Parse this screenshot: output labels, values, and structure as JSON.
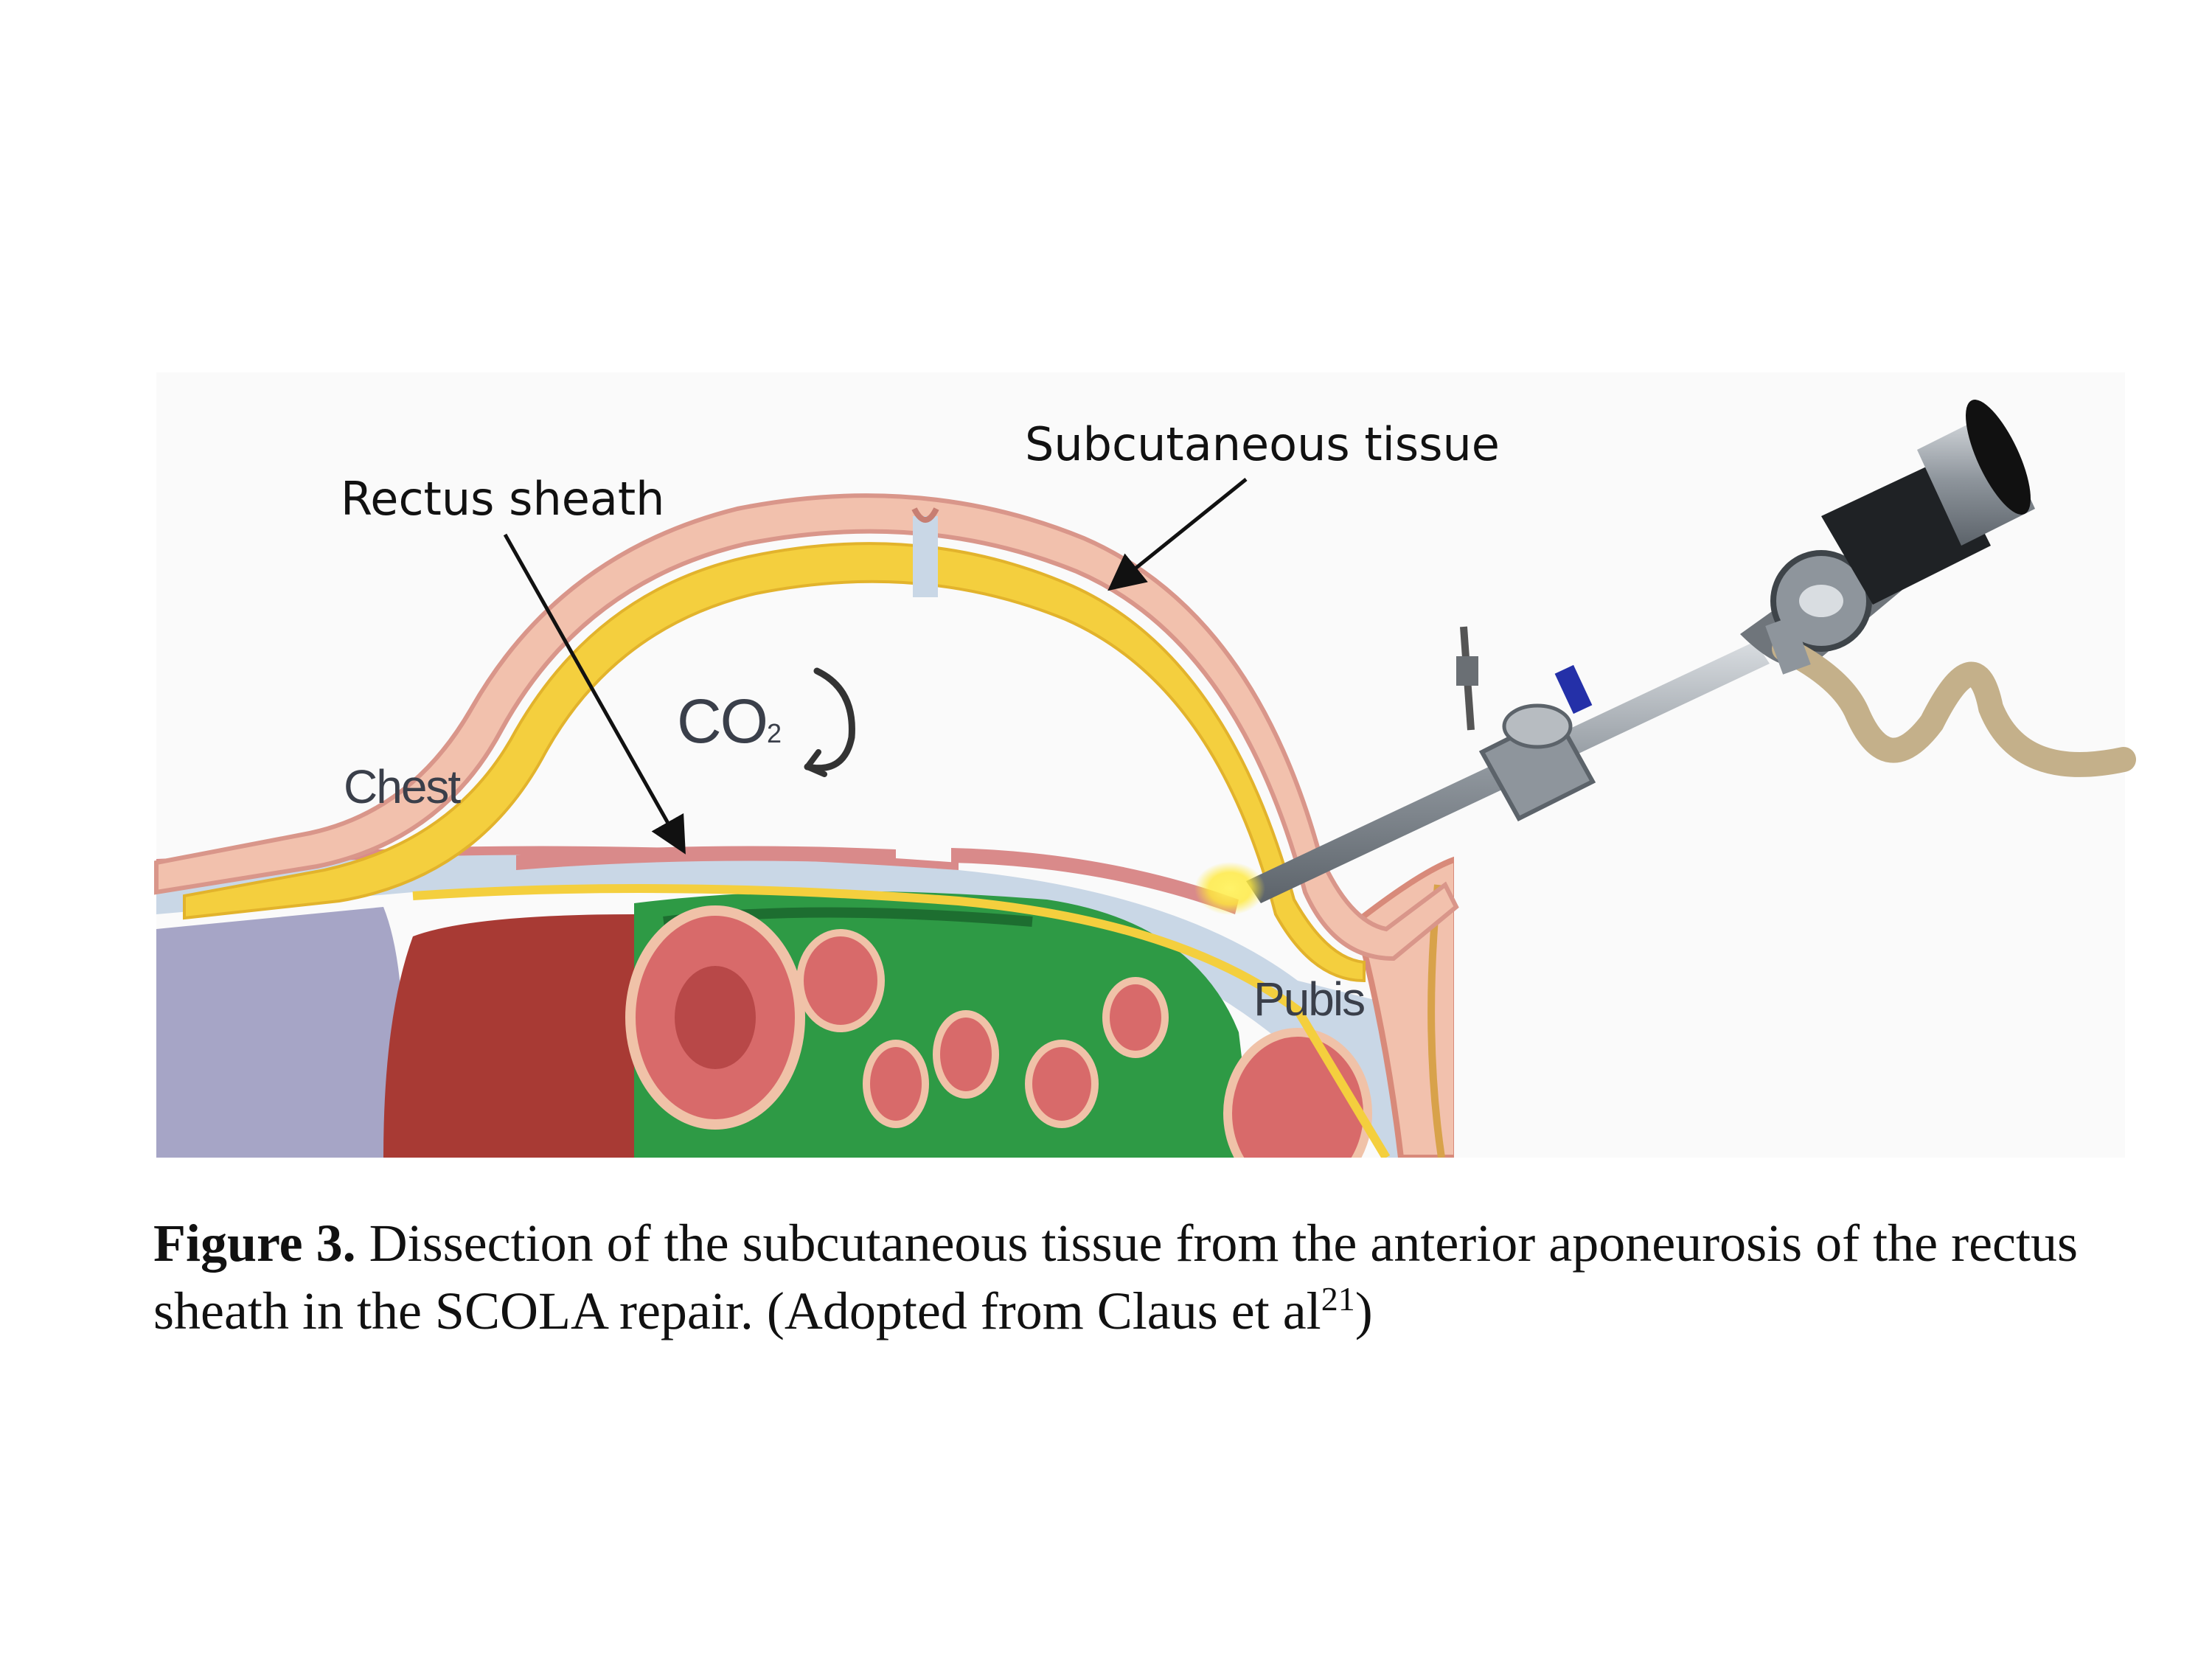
{
  "figure": {
    "labels": {
      "subcutaneous": "Subcutaneous tissue",
      "rectus": "Rectus sheath",
      "chest": "Chest",
      "co2_main": "CO",
      "co2_sub": "2",
      "pubis": "Pubis"
    },
    "caption": {
      "figure_label": "Figure 3.",
      "text": "Dissection of the subcutaneous tissue from the anterior aponeurosis of the rectus sheath in the SCOLA repair. (Adopted from Claus et al",
      "ref": "21",
      "end": ")"
    },
    "colors": {
      "skin": "#f2c1ad",
      "fat": "#f4cf3e",
      "bowel_green": "#2e9a45",
      "liver": "#a83a34",
      "bowel_red": "#d86a6a",
      "fascia": "#c9d7e6",
      "lung": "#a6a5c6",
      "scope_metal": "#9aa0a6"
    },
    "icons": [
      "laparoscope-icon",
      "co2-cycle-icon",
      "light-beam-icon"
    ]
  }
}
